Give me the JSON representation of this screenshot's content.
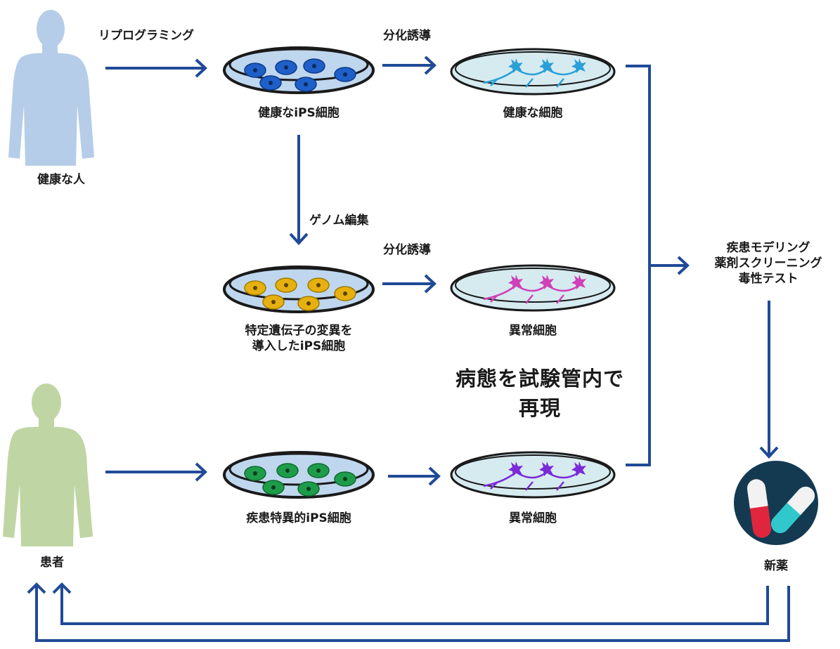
{
  "colors": {
    "arrow": "#1f4a96",
    "healthy_person": "#b5cde8",
    "patient": "#bfd6a4",
    "dish_rim": "#1a1a1a",
    "dish_liquid": "#bfd7ee",
    "dish_inner": "#d6ebf0",
    "ips_healthy": "#1f5fc8",
    "ips_edited": "#e6b010",
    "ips_patient": "#1e9c4a",
    "neuron_healthy": "#2aa0d8",
    "neuron_edited": "#d040b8",
    "neuron_patient": "#7a2ad8",
    "pill_badge": "#143a52",
    "pill_red": "#e0263e",
    "pill_cyan": "#30c8cc"
  },
  "labels": {
    "healthy_person": "健康な人",
    "patient": "患者",
    "reprogramming": "リプログラミング",
    "diff_top": "分化誘導",
    "diff_mid": "分化誘導",
    "genome_editing": "ゲノム編集",
    "healthy_ips": "健康なiPS細胞",
    "healthy_cell": "健康な細胞",
    "edited_ips_line1": "特定遺伝子の変異を",
    "edited_ips_line2": "導入したiPS細胞",
    "abnormal_cell_mid": "異常細胞",
    "patient_ips": "疾患特異的iPS細胞",
    "abnormal_cell_bottom": "異常細胞",
    "applications_line1": "疾患モデリング",
    "applications_line2": "薬剤スクリーニング",
    "applications_line3": "毒性テスト",
    "new_drug": "新薬",
    "in_vitro_line1": "病態を試験管内で",
    "in_vitro_line2": "再現"
  },
  "icons": {
    "people": [
      "person-silhouette-icon"
    ],
    "dishes": [
      "petri-dish-icon"
    ],
    "drug": "capsule-pill-icon"
  }
}
